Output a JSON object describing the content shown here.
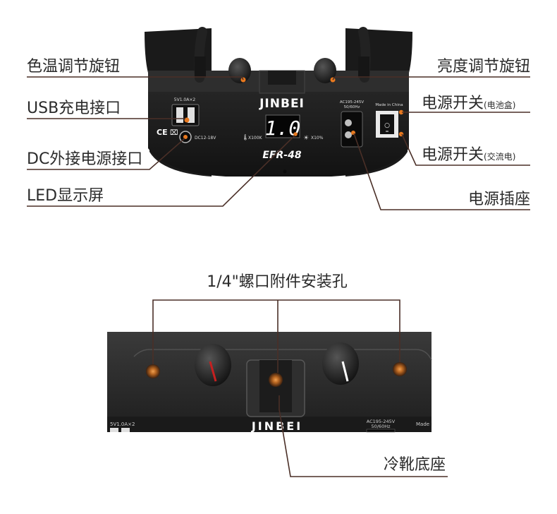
{
  "top": {
    "labels": {
      "color_temp_knob": "色温调节旋钮",
      "usb_port": "USB充电接口",
      "dc_port": "DC外接电源接口",
      "led_display": "LED显示屏",
      "brightness_knob": "亮度调节旋钮",
      "power_switch_battery_main": "电源开关",
      "power_switch_battery_sub": "(电池盒)",
      "power_switch_ac_main": "电源开关",
      "power_switch_ac_sub": "(交流电)",
      "power_socket": "电源插座"
    },
    "panel": {
      "brand": "JINBEI",
      "model": "EFR-48",
      "usb_spec": "5V1.0A×2",
      "ce_mark": "CE",
      "dc_spec": "DC12-18V",
      "display_value": "1.0",
      "temp_unit": "X100K",
      "brightness_unit": "X10%",
      "ac_spec_1": "AC195-245V",
      "ac_spec_2": "50/60Hz",
      "made_in": "Made in China"
    }
  },
  "bottom": {
    "labels": {
      "mount_holes": "1/4\"螺口附件安装孔",
      "cold_shoe": "冷靴底座"
    },
    "panel": {
      "brand": "JINBEI",
      "usb_spec": "5V1.0A×2",
      "ac_spec_1": "AC195-245V",
      "ac_spec_2": "50/60Hz",
      "made_in": "Made i"
    }
  },
  "colors": {
    "leader_line": "#4a2f27",
    "orange_dot": "#e8791f",
    "panel_dark": "#1c1c1c",
    "label_text": "#2a2a2a"
  }
}
